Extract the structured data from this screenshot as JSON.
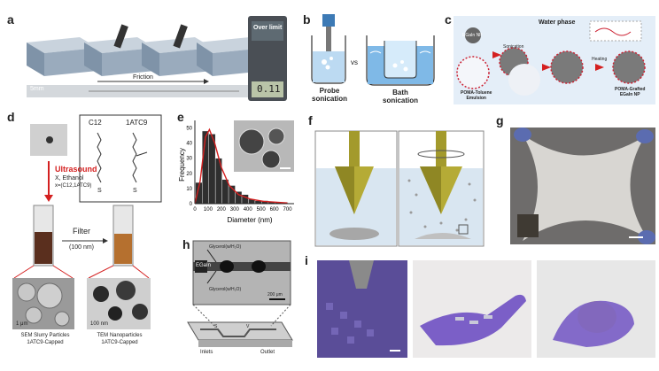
{
  "panels": {
    "a": {
      "label": "a",
      "over_limit": "Over limit",
      "friction": "Friction",
      "scale": "5mm",
      "reading": "0.11"
    },
    "b": {
      "label": "b",
      "probe": "Probe",
      "probe2": "sonication",
      "vs": "vs",
      "bath": "Bath",
      "bath2": "sonication"
    },
    "c": {
      "label": "c",
      "water_phase": "Water phase",
      "egain_np": "EGaIn NP",
      "sonication": "Sonication",
      "heating": "Heating",
      "emulsion1": "POMA-Toluene",
      "emulsion2": "Emulsion",
      "grafted1": "POMA-Grafted",
      "grafted2": "EGaIn NP"
    },
    "d": {
      "label": "d",
      "c12": "C12",
      "atc9": "1ATC9",
      "s1": "S",
      "s2": "S",
      "ultrasound": "Ultrasound",
      "x_ethanol": "X, Ethanol",
      "x_eq": "x=(C12,1ATC9)",
      "filter": "Filter",
      "filter_size": "(100 nm)",
      "sem1": "SEM Slurry Particles",
      "sem2": "1ATC9-Capped",
      "tem1": "TEM Nanoparticles",
      "tem2": "1ATC9-Capped",
      "scale1": "1 μm",
      "scale2": "100 nm"
    },
    "e": {
      "label": "e"
    },
    "f": {
      "label": "f"
    },
    "g": {
      "label": "g"
    },
    "h": {
      "label": "h",
      "egain": "EGaIn",
      "inlets": "Inlets",
      "outlet": "Outlet",
      "scale": "200 μm",
      "g1": "Glycerol(w/H₂O)",
      "g2": "Glycerol(w/H₂O)",
      "chip1": "S",
      "chip2": "V"
    },
    "i": {
      "label": "i"
    }
  },
  "colors": {
    "accent_red": "#d42020",
    "glove": "#7b5fc7",
    "cone": "#a39a2c"
  },
  "chart_data": {
    "type": "bar",
    "title": "",
    "xlabel": "Diameter (nm)",
    "ylabel": "Frequency",
    "x": [
      30,
      80,
      130,
      180,
      230,
      280,
      330,
      380,
      430,
      480,
      530,
      580,
      630,
      680
    ],
    "values": [
      14,
      48,
      46,
      30,
      16,
      12,
      8,
      6,
      3,
      2,
      2,
      1,
      1,
      0.5
    ],
    "fit_curve": [
      [
        0,
        0
      ],
      [
        40,
        15
      ],
      [
        80,
        44
      ],
      [
        110,
        49
      ],
      [
        150,
        40
      ],
      [
        200,
        24
      ],
      [
        260,
        12
      ],
      [
        330,
        6
      ],
      [
        420,
        3
      ],
      [
        520,
        1.5
      ],
      [
        700,
        0.5
      ]
    ],
    "xlim": [
      0,
      750
    ],
    "ylim": [
      0,
      55
    ],
    "xticks": [
      "0",
      "100",
      "200",
      "300",
      "400",
      "500",
      "600",
      "700"
    ],
    "yticks": [
      "0",
      "10",
      "20",
      "30",
      "40",
      "50"
    ],
    "bar_width": 50,
    "grid": false
  }
}
